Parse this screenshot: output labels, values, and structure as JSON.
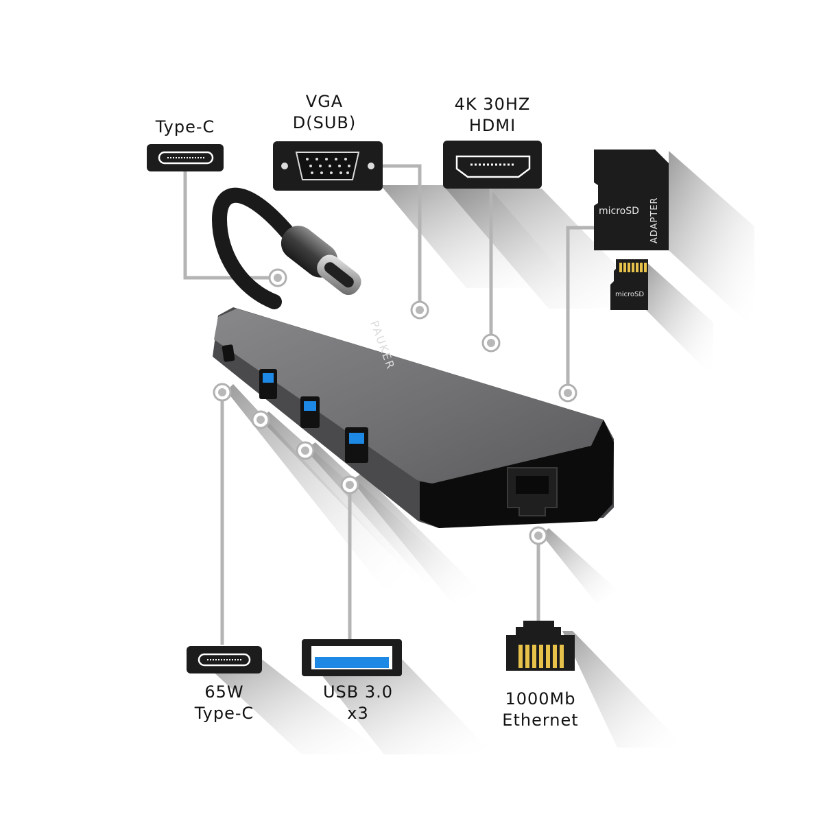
{
  "ports": {
    "typec_top": {
      "line1": "Type-C"
    },
    "vga": {
      "line1": "VGA",
      "line2": "D(SUB)"
    },
    "hdmi": {
      "line1": "4K 30HZ",
      "line2": "HDMI"
    },
    "pd": {
      "line1": "65W",
      "line2": "Type-C"
    },
    "usb": {
      "line1": "USB 3.0",
      "line2": "x3"
    },
    "ethernet": {
      "line1": "1000Mb",
      "line2": "Ethernet"
    }
  },
  "cards": {
    "adapter_label": "microSD",
    "adapter_side_label": "ADAPTER",
    "microsd_label": "microSD"
  },
  "hub": {
    "brand": "PAUKER"
  },
  "colors": {
    "hub_body": "#6f6f71",
    "hub_face": "#0c0c0c",
    "icon_tile": "#1c1c1c",
    "usb_blue": "#1e88e5",
    "connector_gold": "#e6c24a",
    "leader_line": "#b4b4b4",
    "shadow": "#cfcfcf"
  }
}
